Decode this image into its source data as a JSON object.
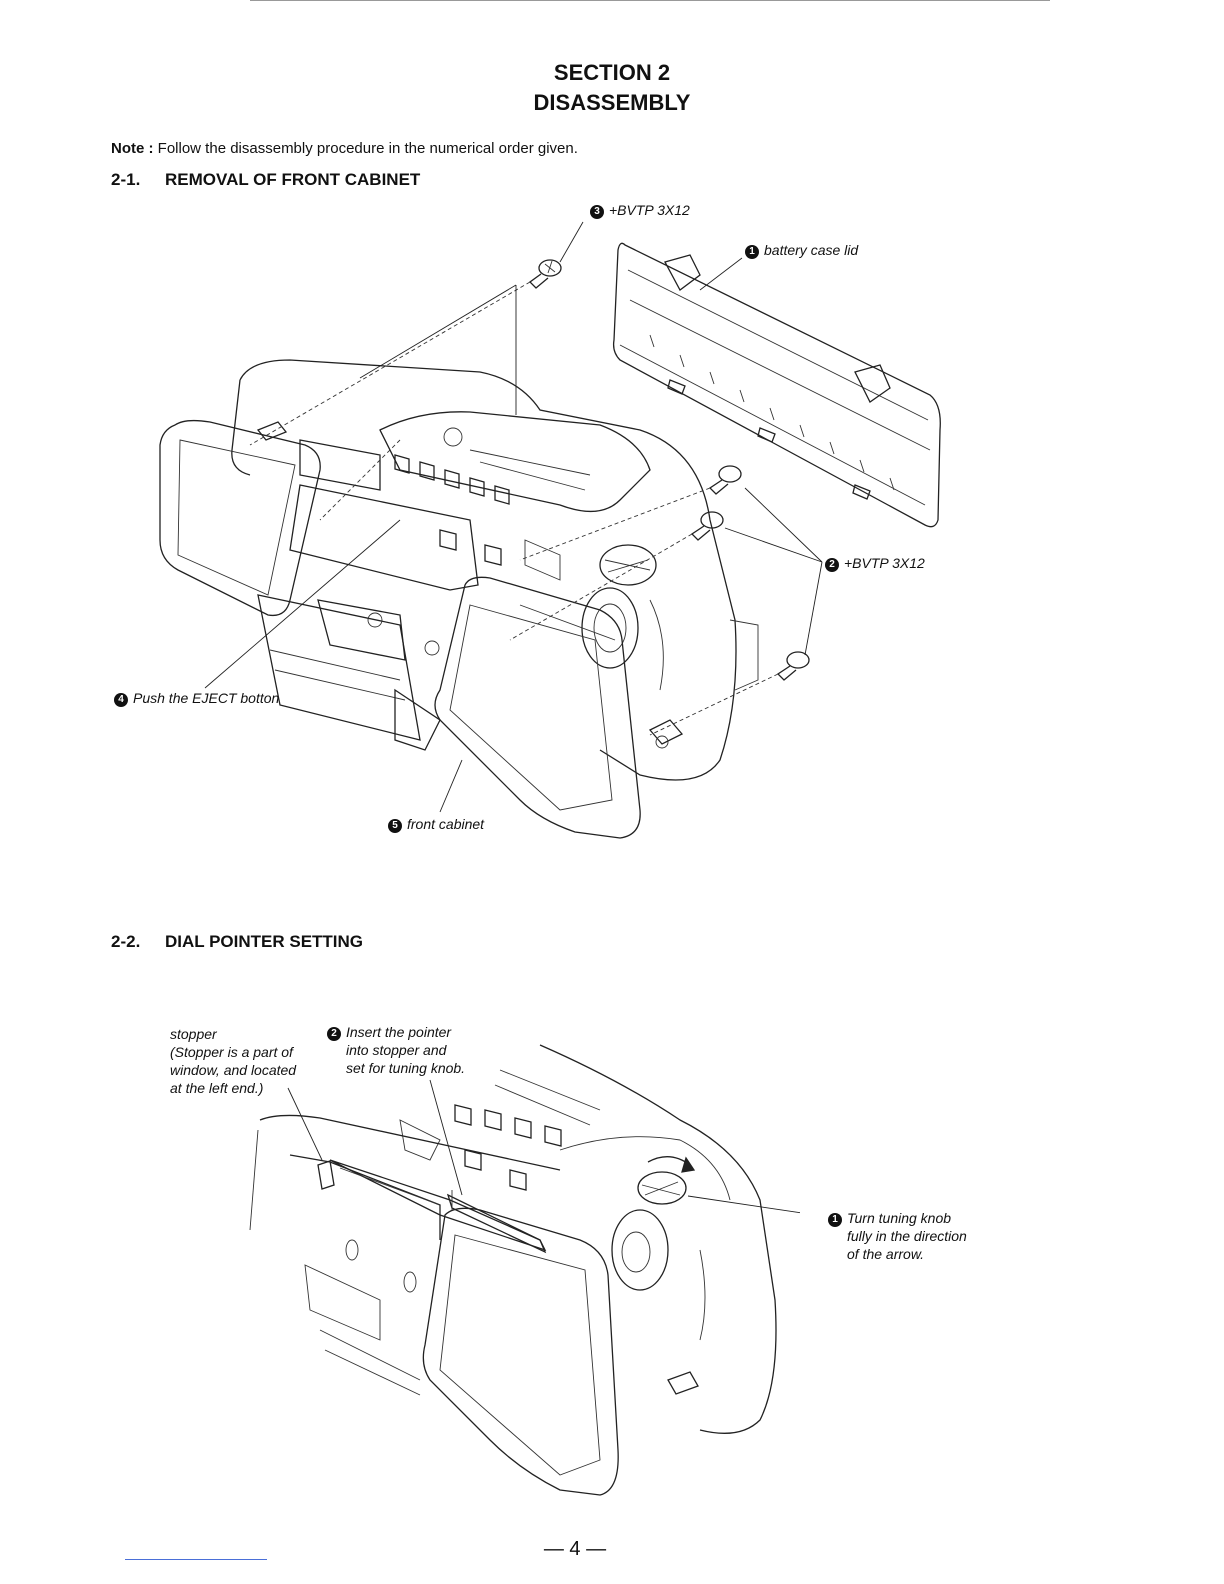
{
  "header": {
    "section": "SECTION 2",
    "title": "DISASSEMBLY"
  },
  "note": {
    "label": "Note :",
    "text": "Follow the disassembly procedure in the numerical order given."
  },
  "section_1": {
    "number": "2-1.",
    "title": "REMOVAL OF FRONT CABINET",
    "callouts": {
      "c1": {
        "badge": "1",
        "text": "battery case lid"
      },
      "c2": {
        "badge": "2",
        "text": "+BVTP 3X12"
      },
      "c3": {
        "badge": "3",
        "text": "+BVTP 3X12"
      },
      "c4": {
        "badge": "4",
        "text": "Push the EJECT botton"
      },
      "c5": {
        "badge": "5",
        "text": "front cabinet"
      }
    }
  },
  "section_2": {
    "number": "2-2.",
    "title": "DIAL POINTER SETTING",
    "stopper": {
      "line1": "stopper",
      "line2": "(Stopper is a part of",
      "line3": "window, and located",
      "line4": "at the left end.)"
    },
    "insert": {
      "badge": "2",
      "line1": "Insert the pointer",
      "line2": "into stopper and",
      "line3": "set for tuning knob."
    },
    "turn": {
      "badge": "1",
      "line1": "Turn tuning knob",
      "line2": "fully in the direction",
      "line3": "of the arrow."
    }
  },
  "footer": {
    "page": "— 4 —"
  }
}
